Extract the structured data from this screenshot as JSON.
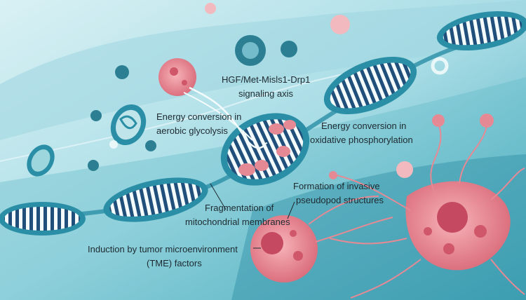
{
  "labels": {
    "hgf_line1": "HGF/Met-Misls1-Drp1",
    "hgf_line2": "signaling axis",
    "glyco_line1": "Energy conversion in",
    "glyco_line2": "aerobic glycolysis",
    "oxphos_line1": "Energy conversion in",
    "oxphos_line2": "oxidative phosphorylation",
    "invasive_line1": "Formation of invasive",
    "invasive_line2": "pseudopod structures",
    "frag_line1": "Fragmentation of",
    "frag_line2": "mitochondrial membranes",
    "tme_line1": "Induction by tumor microenvironment",
    "tme_line2": "(TME) factors"
  },
  "colors": {
    "background": "#bfe7ee",
    "mito_membrane": "#2a8fa6",
    "mito_cristae": "#1f4f7a",
    "tumor_cell": "#e58a95",
    "vesicle": "#2c7f92"
  }
}
